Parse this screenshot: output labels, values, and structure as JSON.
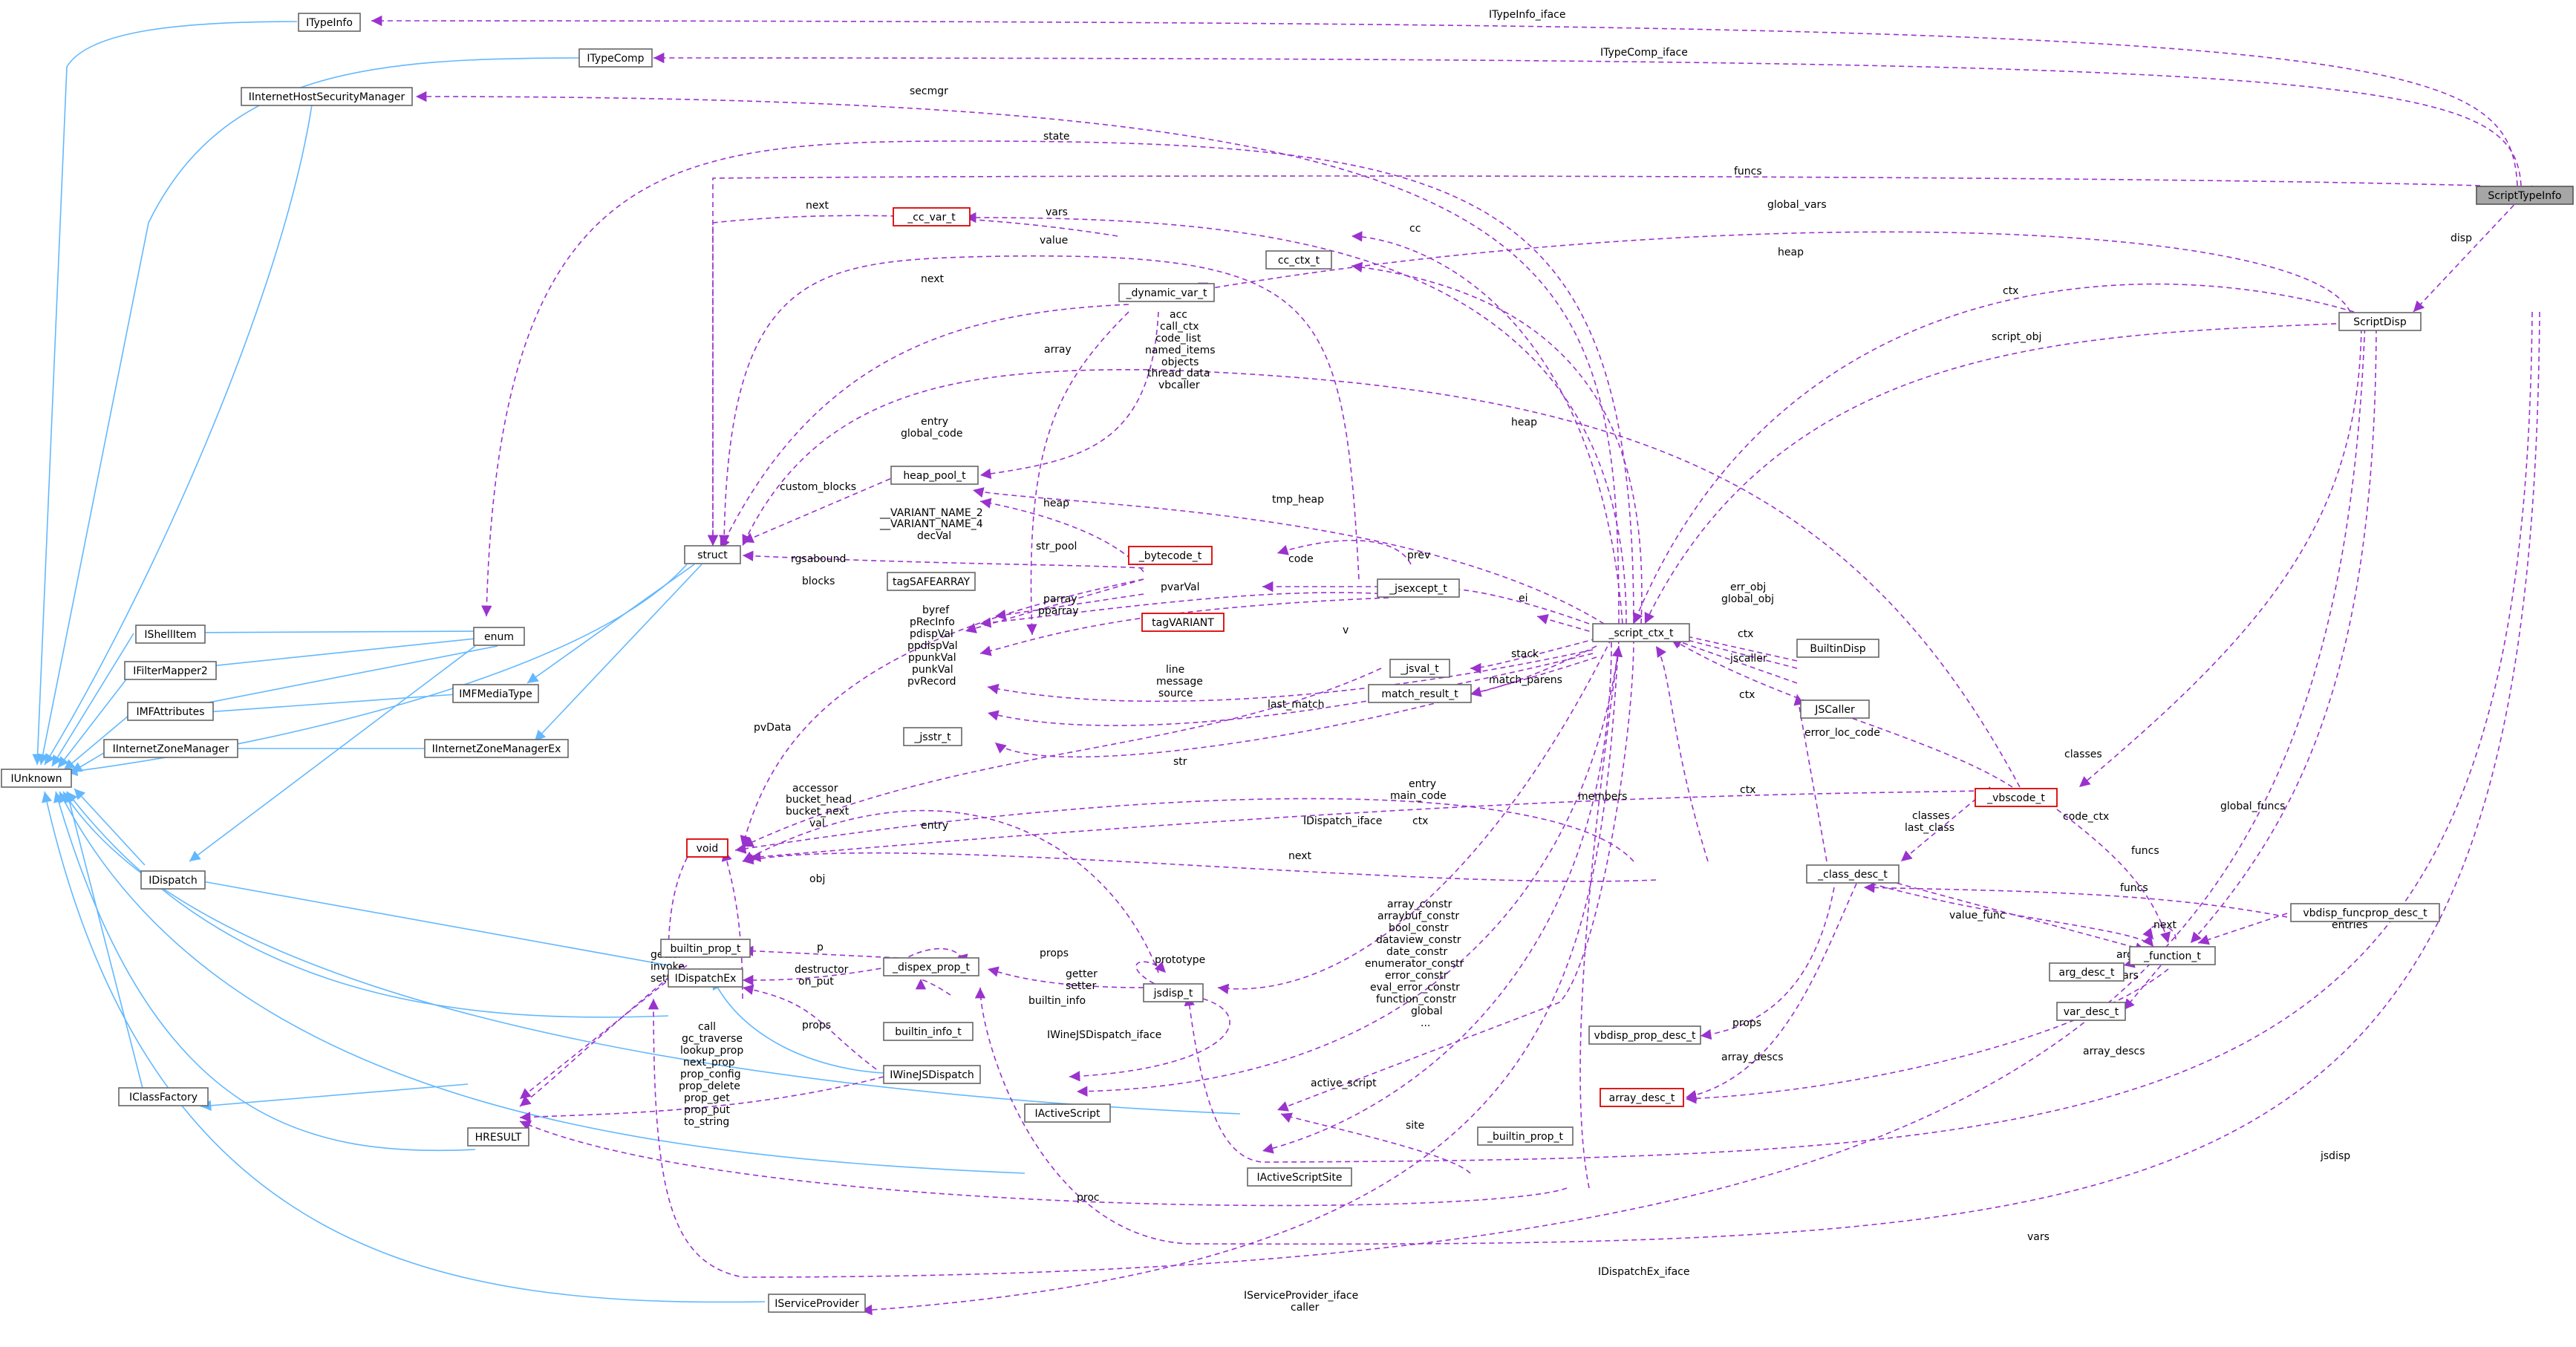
{
  "colors": {
    "inheritance_edge": "#63b8ff",
    "usage_edge": "#9a32cd",
    "node_border": "#666666",
    "incomplete_node_border": "#dd0000",
    "highlight_fill": "#a6a6a6"
  },
  "nodes": {
    "ITypeInfo": "ITypeInfo",
    "ITypeComp": "ITypeComp",
    "IInternetHostSecurityManager": "IInternetHostSecurityManager",
    "cc_var_t": "_cc_var_t",
    "dynamic_var_t": "_dynamic_var_t",
    "cc_ctx_t": "cc_ctx_t",
    "heap_pool_t": "heap_pool_t",
    "struct": "struct",
    "bytecode_t": "_bytecode_t",
    "tagSAFEARRAY": "tagSAFEARRAY",
    "tagVARIANT": "tagVARIANT",
    "jsexcept_t": "_jsexcept_t",
    "script_ctx_t": "_script_ctx_t",
    "ScriptTypeInfo": "ScriptTypeInfo",
    "ScriptDisp": "ScriptDisp",
    "enum": "enum",
    "IShellItem": "IShellItem",
    "IFilterMapper2": "IFilterMapper2",
    "IMFAttributes": "IMFAttributes",
    "IMFMediaType": "IMFMediaType",
    "IInternetZoneManager": "IInternetZoneManager",
    "IInternetZoneManagerEx": "IInternetZoneManagerEx",
    "IUnknown": "IUnknown",
    "IDispatch": "IDispatch",
    "void": "void",
    "jsval_t": "_jsval_t",
    "jsstr_t": "_jsstr_t",
    "match_result_t": "match_result_t",
    "BuiltinDisp": "BuiltinDisp",
    "JSCaller": "JSCaller",
    "vbscode_t": "_vbscode_t",
    "class_desc_t": "_class_desc_t",
    "vbdisp_funcprop_desc_t": "vbdisp_funcprop_desc_t",
    "function_t": "_function_t",
    "arg_desc_t": "arg_desc_t",
    "var_desc_t": "var_desc_t",
    "builtin_prop_t": "builtin_prop_t",
    "IDispatchEx": "IDispatchEx",
    "dispex_prop_t": "_dispex_prop_t",
    "jsdisp_t": "jsdisp_t",
    "builtin_info_t": "builtin_info_t",
    "IWineJSDispatch": "IWineJSDispatch",
    "IClassFactory": "IClassFactory",
    "HRESULT": "HRESULT",
    "IActiveScript": "IActiveScript",
    "vbdisp_prop_desc_t": "vbdisp_prop_desc_t",
    "array_desc_t": "array_desc_t",
    "builtin_prop_t2": "_builtin_prop_t",
    "IActiveScriptSite": "IActiveScriptSite",
    "IServiceProvider": "IServiceProvider"
  },
  "edge_labels": {
    "typeinfo_iface": "ITypeInfo_iface",
    "typecomp_iface": "ITypeComp_iface",
    "secmgr": "secmgr",
    "state": "state",
    "funcs": "funcs",
    "next": "next",
    "vars": "vars",
    "global_vars": "global_vars",
    "value": "value",
    "disp": "disp",
    "cc": "cc",
    "heap": "heap",
    "next2": "next",
    "ctx": "ctx",
    "script_obj": "script_obj",
    "array": "array",
    "multi_lines": [
      "acc",
      "call_ctx",
      "code_list",
      "named_items",
      "objects",
      "thread_data",
      "vbcaller"
    ],
    "entry_global_code": [
      "entry",
      "global_code"
    ],
    "heap2": "heap",
    "custom_blocks": "custom_blocks",
    "tmp_heap": "tmp_heap",
    "heap3": "heap",
    "variant_names": [
      "__VARIANT_NAME_2",
      "__VARIANT_NAME_4",
      "decVal"
    ],
    "str_pool": "str_pool",
    "code": "code",
    "prev": "prev",
    "rgsabound": "rgsabound",
    "pvarval": "pvarVal",
    "parray": [
      "parray",
      "pparray"
    ],
    "blocks": "blocks",
    "err_obj": [
      "err_obj",
      "global_obj"
    ],
    "ei": "ei",
    "byref_lines": [
      "byref",
      "pRecInfo",
      "pdispVal",
      "ppdispVal",
      "ppunkVal",
      "punkVal",
      "pvRecord"
    ],
    "v": "v",
    "ctx2": "ctx",
    "stack": "stack",
    "match_parens": "match_parens",
    "jscaller": "jscaller",
    "line_msg": [
      "line",
      "message",
      "source"
    ],
    "last_match": "last_match",
    "ctx3": "ctx",
    "pvdata": "pvData",
    "error_loc_code": "error_loc_code",
    "str": "str",
    "classes": "classes",
    "entry_main": [
      "entry",
      "main_code"
    ],
    "members": "members",
    "ctx4": "ctx",
    "ctx5": "ctx",
    "accessor_lines": [
      "accessor",
      "bucket_head",
      "bucket_next",
      "val"
    ],
    "entry": "entry",
    "idispatch_iface": "IDispatch_iface",
    "classes_last": [
      "classes",
      "last_class"
    ],
    "code_ctx": "code_ctx",
    "global_funcs": "global_funcs",
    "next3": "next",
    "funcs2": "funcs",
    "next4": "next",
    "obj": "obj",
    "funcs3": "funcs",
    "value_func": "value_func",
    "entries": "entries",
    "getter_lines": [
      "getter",
      "invoke",
      "setter"
    ],
    "p": "p",
    "props": "props",
    "prototype": "prototype",
    "destructor": [
      "destructor",
      "on_put"
    ],
    "getter_setter": [
      "getter",
      "setter"
    ],
    "args": "args",
    "builtin_info": "builtin_info",
    "vars2": "vars",
    "constr_lines": [
      "array_constr",
      "arraybuf_constr",
      "bool_constr",
      "dataview_constr",
      "date_constr",
      "enumerator_constr",
      "error_constr",
      "eval_error_constr",
      "function_constr",
      "global",
      "..."
    ],
    "call_lines": [
      "call",
      "gc_traverse",
      "lookup_prop",
      "next_prop",
      "prop_config",
      "prop_delete",
      "prop_get",
      "prop_put",
      "to_string"
    ],
    "props2": "props",
    "iwinejs_iface": "IWineJSDispatch_iface",
    "props3": "props",
    "array_descs": "array_descs",
    "array_descs2": "array_descs",
    "active_script": "active_script",
    "site": "site",
    "jsdisp": "jsdisp",
    "proc": "proc",
    "vars3": "vars",
    "idispatchex_iface": "IDispatchEx_iface",
    "serviceprovider_caller": [
      "IServiceProvider_iface",
      "caller"
    ]
  }
}
